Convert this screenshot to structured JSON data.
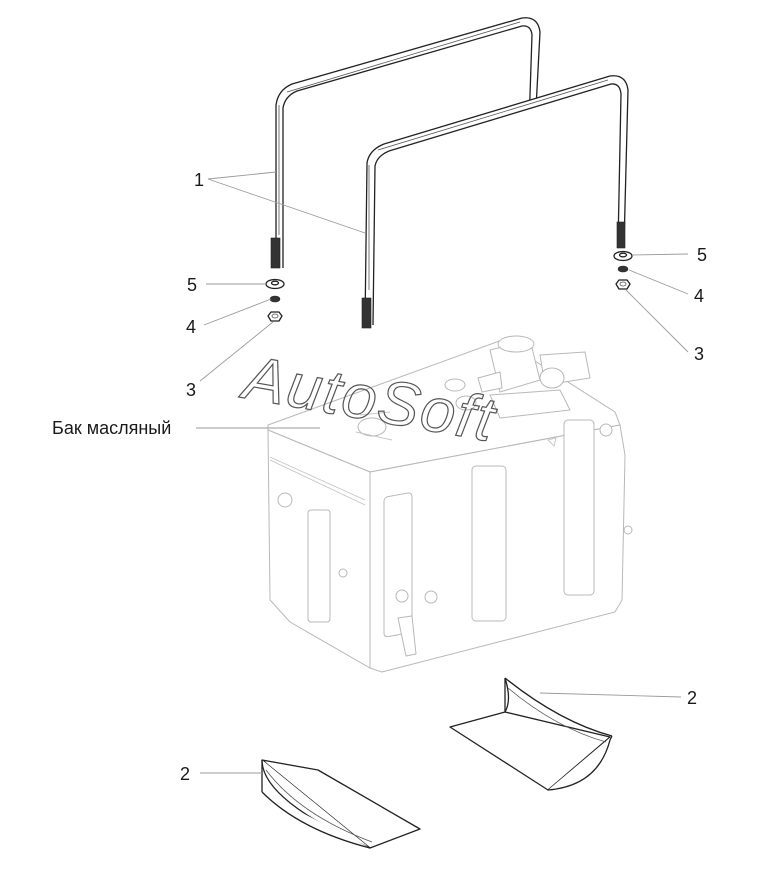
{
  "labels": {
    "strap": "1",
    "pad_right": "2",
    "pad_left": "2",
    "nut_left": "3",
    "nut_right": "3",
    "lock_washer_left": "4",
    "lock_washer_right": "4",
    "washer_left": "5",
    "washer_right": "5",
    "tank": "Бак масляный"
  },
  "watermark": "AutoSoft"
}
